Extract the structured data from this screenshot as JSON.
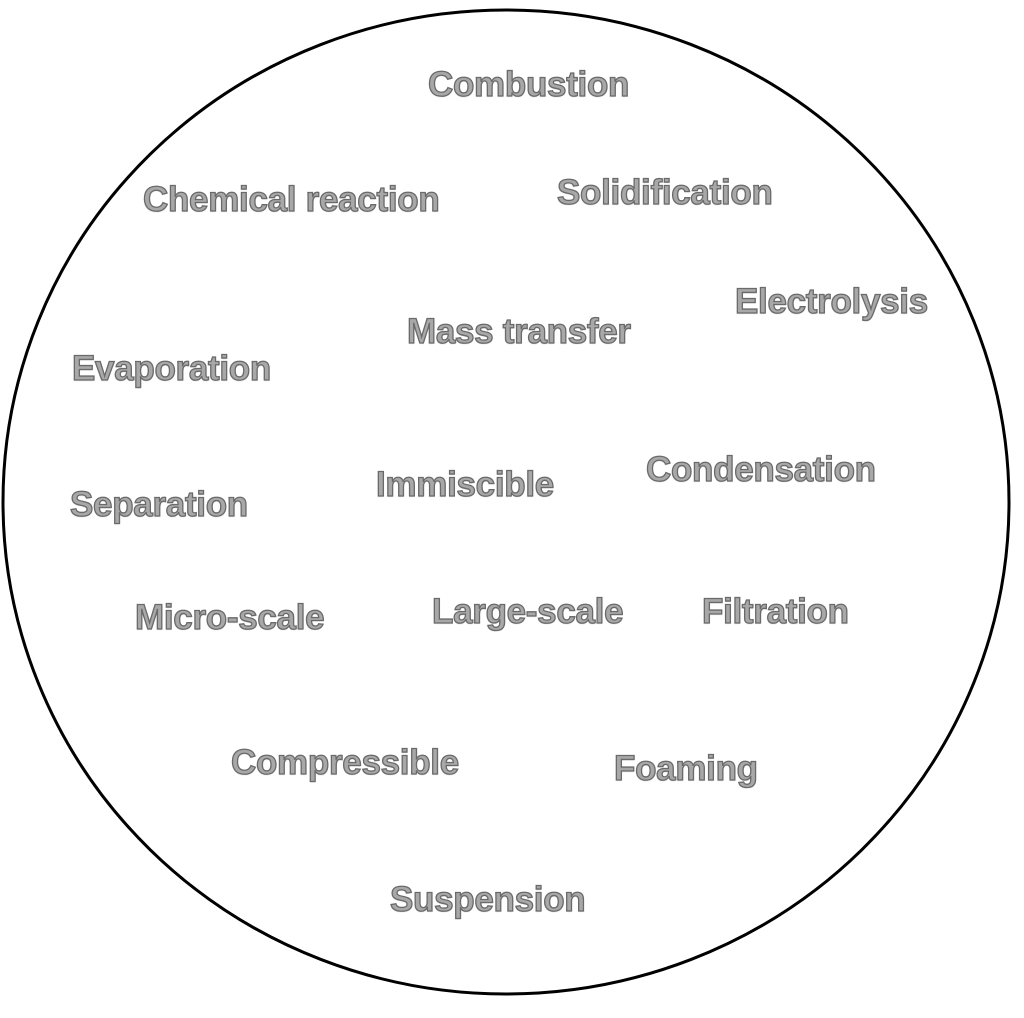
{
  "words": [
    "Combustion",
    "Chemical reaction",
    "Solidification",
    "Electrolysis",
    "Mass transfer",
    "Evaporation",
    "Immiscible",
    "Condensation",
    "Separation",
    "Micro-scale",
    "Large-scale",
    "Filtration",
    "Compressible",
    "Foaming",
    "Suspension"
  ],
  "colors": {
    "text_fill": "#a8a8a8",
    "text_outline": "#6a6a6a",
    "circle": "#000000"
  }
}
